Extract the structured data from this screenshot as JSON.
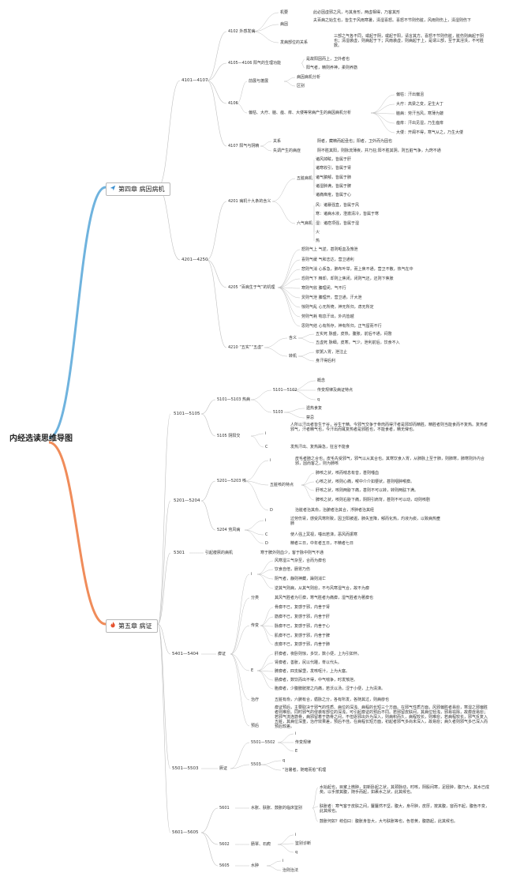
{
  "root": "内经选读思维导图",
  "colors": {
    "chapter4": "#6fb3de",
    "chapter5": "#f08c5a",
    "line": "#bfbfbf"
  },
  "chapters": [
    {
      "label": "第四章 病因病机",
      "icon": "paper-plane-icon"
    },
    {
      "label": "第五章 病证",
      "icon": "flame-icon"
    }
  ],
  "nodes": {
    "r4101": "4101—4107",
    "n4102": "4102 外感发病",
    "n4102_jiyao": "机要",
    "n4102_jiyao_t": "此必因虚邪之风，与其身形，两虚相得，乃客其形",
    "n4102_yinyin": "病因",
    "n4102_yinyin_t": "夫百病之始生也，皆生于风雨寒暑，清湿喜怒。喜怒不节则伤脏，风雨则伤上，清湿则伤下",
    "n4102_buwei": "发病部位的关系",
    "n4102_buwei_t": "三部之气各不同，或起于阴，或起于阳，请言其方。喜怒不节则伤脏，脏伤则病起于阴也；清湿袭虚，则病起于下；风雨袭虚，则病起于上，是谓三部，至于其淫泆，不可胜数。",
    "n4105": "4105—4106 阳气的生理功能",
    "n4105_a": "是故阳因而上，卫外者也",
    "n4105_b": "阳气者，精则养神，柔则养筋",
    "n4106": "4106",
    "n4106_qian": "前展与蓬展",
    "n4106_qian_a": "病因病机分析",
    "n4106_qian_b": "区别",
    "n4106_bian": "偏枯、大疔、脑、痤、痱、大偻等常病产生的病因病机分析",
    "n4106_bian_a": "偏枯：汗出偏沮",
    "n4106_bian_b": "大疔：高梁之变，足生大丁",
    "n4106_bian_c": "脑病：劳汗当风，寒薄为皴",
    "n4106_bian_d": "痤痱：汗出见湿，乃生痤痱",
    "n4106_bian_e": "大偻：开阖不得，寒气从之，乃生大偻",
    "n4107": "4107 阳气与阴精",
    "n4107_a": "关系",
    "n4107_a_t": "阴者，藏精而起亟也；阳者，卫外而为固也",
    "n4107_b": "失调产生的病症",
    "n4107_b_t": "阴不胜其阳，则脉流薄疾，并乃狂;阳不胜其阴，则五脏气争，九窍不通",
    "n4201": "4201 病机十九条的含义",
    "n4201_wz": "五脏病机",
    "n4201_wz_a": "诸风掉眩，皆属于肝",
    "n4201_wz_b": "诸寒收引，皆属于肾",
    "n4201_wz_c": "诸气膹郁，皆属于肺",
    "n4201_wz_d": "诸湿肿满，皆属于脾",
    "n4201_wz_e": "诸痛痒疮，皆属于心",
    "n4201_lq": "六气病机",
    "n4201_lq_a": "风：诸暴强直，皆属于风",
    "n4201_lq_b": "寒：诸病水液，澄澈清冷，皆属于寒",
    "n4201_lq_c": "湿：诸痉项强，皆属于湿",
    "n4201_lq_d": "火",
    "n4201_lq_e": "热",
    "r4201": "4201—4250",
    "n4205": "4205 “百病生于气”的机理",
    "n4205_a": "怒则气上 气逆，甚则呕血及飧泄",
    "n4205_b": "喜则气缓 气和志达，营卫通利",
    "n4205_c": "悲则气消 心系急，肺布叶举，而上焦不通，营卫不散，热气在中",
    "n4205_d": "恐则气下 精却，却则上焦闭，闭则气还，还则下焦胀",
    "n4205_e": "寒则气收 腠理闭，气不行",
    "n4205_f": "炅则气泄 腠理开，营卫通，汗大泄",
    "n4205_g": "惊则气乱 心无所倚，神无所归，虑无所定",
    "n4205_h": "劳则气耗 喘息汗出，外内皆越",
    "n4205_i": "思则气结 心有所存，神有所归，正气留而不行",
    "n4210": "4210 “五实”“五虚”",
    "n4210_hy": "含义",
    "n4210_hy_a": "五实死 脉盛，皮热，腹胀，前后不通，闷瞀",
    "n4210_hy_b": "五虚死 脉细，皮寒，气少，泄利前后，饮食不入",
    "n4210_zg": "转机",
    "n4210_zg_a": "浆粥入胃，泄注止",
    "n4210_zg_b": "身汗得后利",
    "r5101": "5101—5105",
    "n5101": "5101—5103 热病",
    "n5101_a": "5101—5102",
    "n5101_a1": "概念",
    "n5101_a2": "传变规律及病证特点",
    "n5101_a3": "q",
    "n5103": "5103",
    "n5103_a": "遗热食复",
    "n5103_b": "禁忌",
    "n5105": "5105 阴阳交",
    "n5105_i": "i",
    "n5105_i_t": "人所以汗出者皆生于谷，谷生于精。今邪气交争于骨肉而得汗者是邪却而精胜。精胜者则当能食而不复热。复热者邪气，汗者精气也，今汗出而辄复热者是邪胜也，不能食者，精无俾也。",
    "n5105_c": "C",
    "n5105_c_t": "发热汗出、复热躁急，狂言不能食",
    "r5201": "5201—5204",
    "n5201": "5201—5203 咳",
    "n5201_i": "i",
    "n5201_i_t": "皮毛者肺之合也，皮毛先受邪气，邪气以从其合也。其寒饮食入胃，从肺脉上至于肺，则肺寒，肺寒则外内合邪，因而客之，则为肺咳",
    "n5201_wz": "五脏咳的特点",
    "n5201_wz_a": "肺咳之状，咳而喘息有音，甚则唾血",
    "n5201_wz_b": "心咳之状，咳则心痛，喉中介介如梗状，甚则咽肿喉痹。",
    "n5201_wz_c": "肝咳之状，咳则两胁下痛，甚则不可以转，转则两胠下满。",
    "n5201_wz_d": "脾咳之状，咳则右胁下痛，阴阴引肩背，甚则不可以动，动则咳剧",
    "n5201_d": "D",
    "n5201_d_t": "治脏者治其俞，治腑者治其合，浮肿者治其经",
    "n5204": "5204 劳风病",
    "n5204_i": "i",
    "n5204_i_t": "过劳伤肾，感受风寒所致，因卫阳被遏，肺失宣降，郁而化热，灼液为痰，以致病热壅肺",
    "n5204_c": "C",
    "n5204_c_t": "使人强上冥视，唾出若涕，恶风而振寒",
    "n5204_d": "D",
    "n5204_d_t": "精者三日，中年者五日，不精者七日",
    "r5301": "5301",
    "n5301": "引起痿厥的病机",
    "n5301_t": "寒于脾外则血少，客于脉中则气不通",
    "r5401": "5401—5404",
    "n5401": "痹证",
    "n5401_i": "i",
    "n5401_i_a": "风寒湿三气杂至，合而为痹也",
    "n5401_i_b": "饮食自倍，肠胃乃伤",
    "n5401_i_c": "阴气者，静则神藏，躁则消亡",
    "n5401_i_d": "逆其气则病，从其气则愈，不与风寒湿气合，故不为痹",
    "n5401_fl": "分类",
    "n5401_fl_t": "其风气胜者为行痹，寒气胜者为痛痹，湿气胜者为著痹也",
    "n5401_cb": "传变",
    "n5401_cb_a": "骨痹不已，复感于邪，内舍于肾",
    "n5401_cb_b": "筋痹不已，复感于邪，内舍于肝",
    "n5401_cb_c": "脉痹不已，复感于邪，内舍于心",
    "n5401_cb_d": "肌痹不已，复感于邪，内舍于脾",
    "n5401_cb_e": "皮痹不已，复感于邪，内舍于肺",
    "n5401_e": "E",
    "n5401_e_a": "肝痹者，夜卧则惊，多饮，数小便，上为引如怀。",
    "n5401_e_b": "肾痹者，善胀，尻以代踵，脊以代头。",
    "n5401_e_c": "脾痹者，四支解墯，发咳呕汁，上为大塞。",
    "n5401_e_d": "肠痹者，数饮而出不得，中气喘争，时发飧泄。",
    "n5401_e_e": "胞痹者，少腹膀胱按之内痛，若沃以汤，涩于小便，上为清涕。",
    "n5401_zl": "治疗",
    "n5401_zl_t": "五脏有俞，六腑有合，循脉之分，各有所发，各随其过，则病瘳也",
    "n5401_yh": "预后",
    "n5401_yh_t": "痹证预后，主要取决于邪气的性质、病位的深浅、病程的长短三个方面。在邪气性质方面，风邪偏胜者易愈，寒湿之邪偏胜者则难愈。同时邪气的侵袭有部位的深浅，可引起痹证的预后不同。若邪留皮肤间，其病位轻浅，邪易祛除，故痹症易愈；若邪气流连筋骨，病邪留着于筋骨之间，不但逐邪出外为深入，则病积而久，病程较长，则难愈，若病程较长，邪气反复入五脏，其病位深重，治疗效果差，预后不佳。在病程长短方面，初起者邪气多尚未深入，故易愈；病久者则邪气多已深入而预后较差。",
    "r5501": "5501—5503",
    "n5501": "厥证",
    "n5501_a": "5501—5502",
    "n5501_a1": "i",
    "n5501_a2": "传变规律",
    "n5501_a3": "E",
    "n5503": "5503",
    "n5503_a": "q",
    "n5503_b": "“治暑者，随暗而愈”机理",
    "r5601": "5601—5605",
    "n5601": "5601",
    "n5601_a": "水胀、肤胀、鼓胀的临床鉴别",
    "n5601_a1": "水始起也，目窠上微肿，如新卧起之状，其颈脉动，时咳，阴股间寒，足胫肿，腹乃大，其水已成矣。以手按其腹，随手而起，如裹水之状，此其候也。",
    "n5601_a2": "肤胀者：寒气客于皮肤之间，鼟鼟然不坚，腹大，身尽肿，皮厚，按其腹，窅而不起，腹色不变，此其候也。",
    "n5601_a3": "鼓胀何如？岐伯曰：腹胀身皆大，大与肤胀等也，色苍黄，腹筋起，此其候也。",
    "n5602": "5602",
    "n5602_a": "肠覃、石瘕",
    "n5602_a1": "i",
    "n5602_a2": "鉴别诊断",
    "n5602_a3": "q",
    "n5605": "5605",
    "n5605_a": "水肿",
    "n5605_a1": "i",
    "n5605_a2": "治则治法"
  }
}
